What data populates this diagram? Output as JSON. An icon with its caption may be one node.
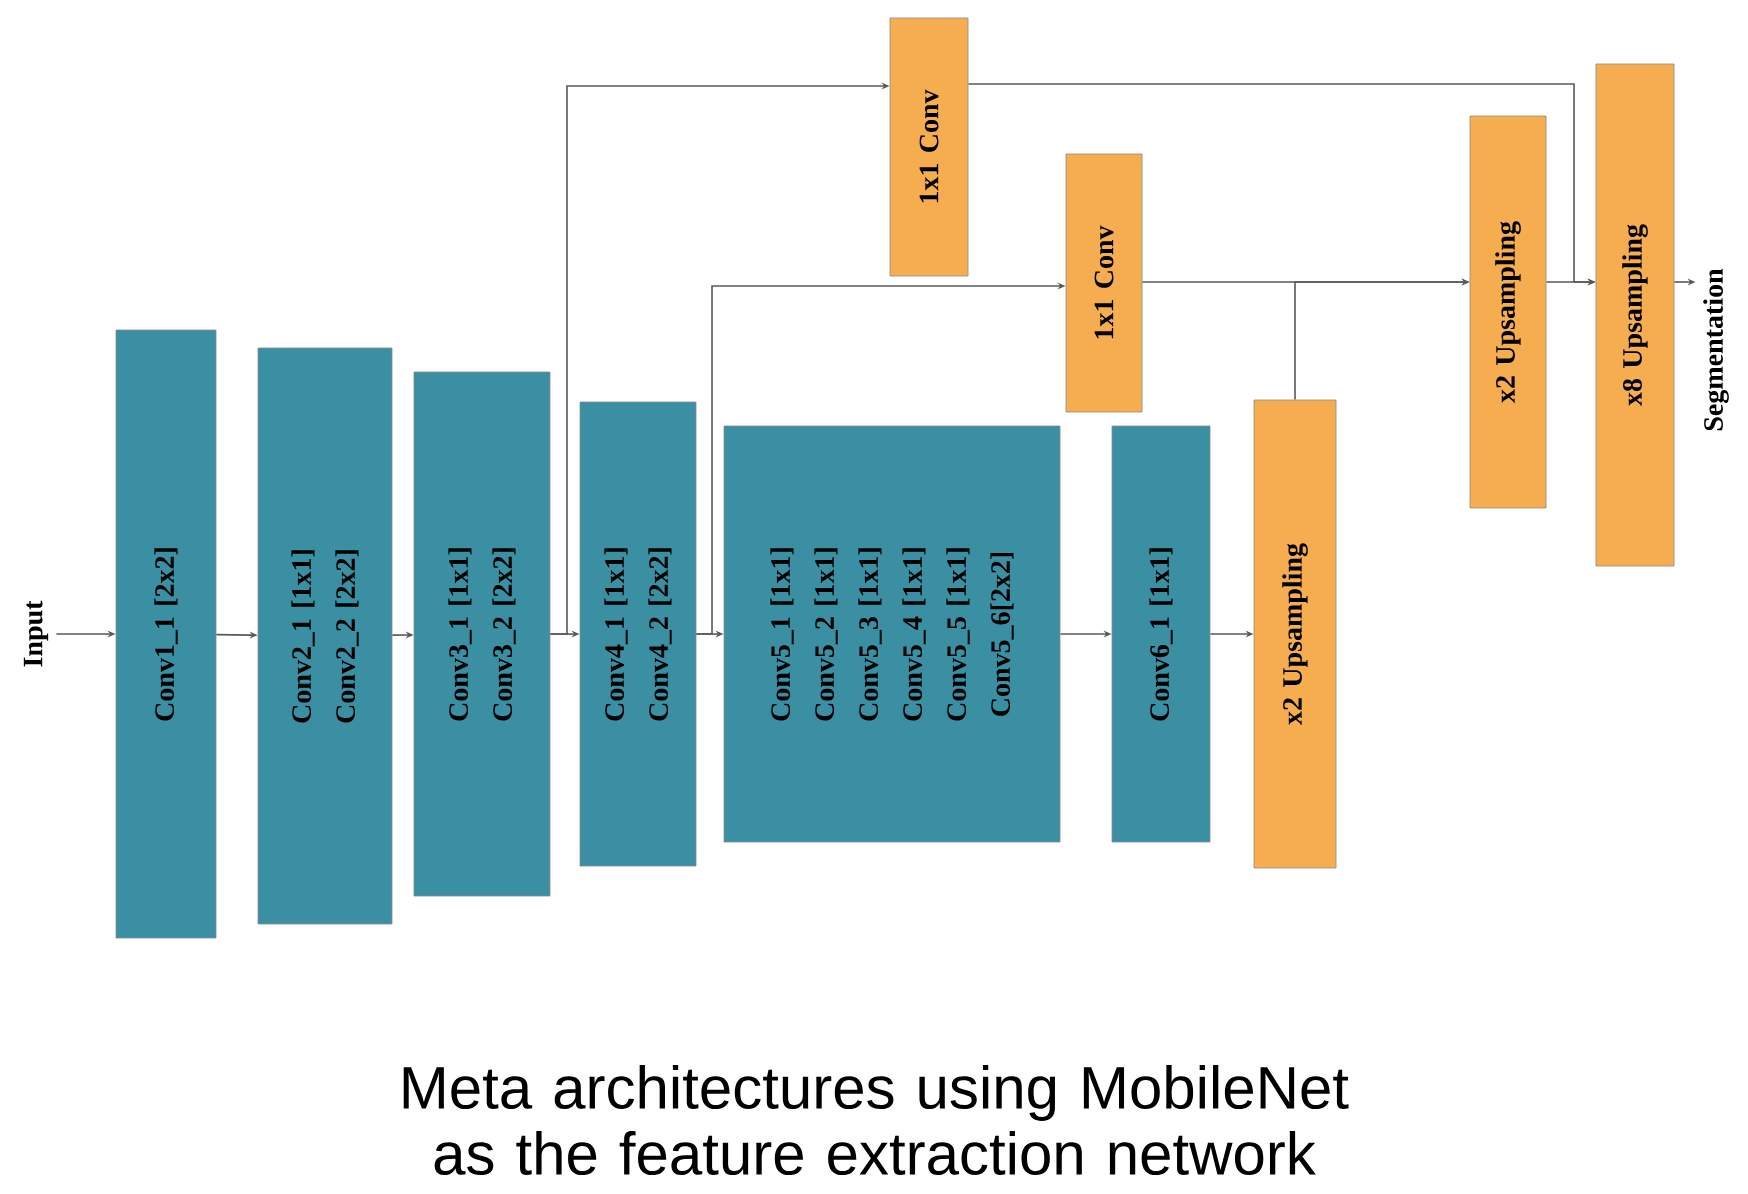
{
  "diagram": {
    "caption": "Meta architectures using MobileNet as the feature extraction network",
    "nodes": [
      {
        "text": [
          "Input"
        ]
      },
      {
        "text": [
          "Conv1_1 [2x2]"
        ]
      },
      {
        "text": [
          "Conv2_1 [1x1] Conv2_2 [2x2]"
        ]
      },
      {
        "text": [
          "Conv3_1 [1x1] Conv3_2 [2x2]"
        ]
      },
      {
        "text": [
          "Conv4_1 [1x1] Conv4_2 [2x2]"
        ]
      },
      {
        "text": [
          "Conv5_1 [1x1] Conv5_2 [1x1] Conv5_3 [1x1] Conv5_4 [1x1] Conv5_5 [1x1] Conv5_6[2x2]"
        ]
      },
      {
        "text": [
          "Conv6_1 [1x1]"
        ]
      },
      {
        "text": [
          "x2 Upsampling"
        ]
      },
      {
        "text": [
          "1x1 Conv"
        ]
      },
      {
        "text": [
          "1x1 Conv"
        ]
      },
      {
        "text": [
          "x2 Upsampling"
        ]
      },
      {
        "text": [
          "x8 Upsampling"
        ]
      },
      {
        "text": [
          "Segmentation"
        ]
      }
    ],
    "edges": [
      {
        "from": 0,
        "to": 1,
        "arrow": "to"
      },
      {
        "from": 1,
        "to": 2,
        "arrow": "to"
      },
      {
        "from": 2,
        "to": 3,
        "arrow": "to"
      },
      {
        "from": 3,
        "to": 4,
        "arrow": "to"
      },
      {
        "from": 4,
        "to": 5,
        "arrow": "to"
      },
      {
        "from": 5,
        "to": 6,
        "arrow": "to"
      },
      {
        "from": 6,
        "to": 7,
        "arrow": "to"
      },
      {
        "from": 3,
        "to": 8,
        "arrow": "to"
      },
      {
        "from": 4,
        "to": 9,
        "arrow": "to"
      },
      {
        "from": 8,
        "to": 11,
        "arrow": "to"
      },
      {
        "from": 9,
        "to": 10,
        "arrow": "to"
      },
      {
        "from": 7,
        "to": 10,
        "arrow": "to"
      },
      {
        "from": 10,
        "to": 11,
        "arrow": "to"
      },
      {
        "from": 11,
        "to": 12,
        "arrow": "to"
      }
    ]
  }
}
